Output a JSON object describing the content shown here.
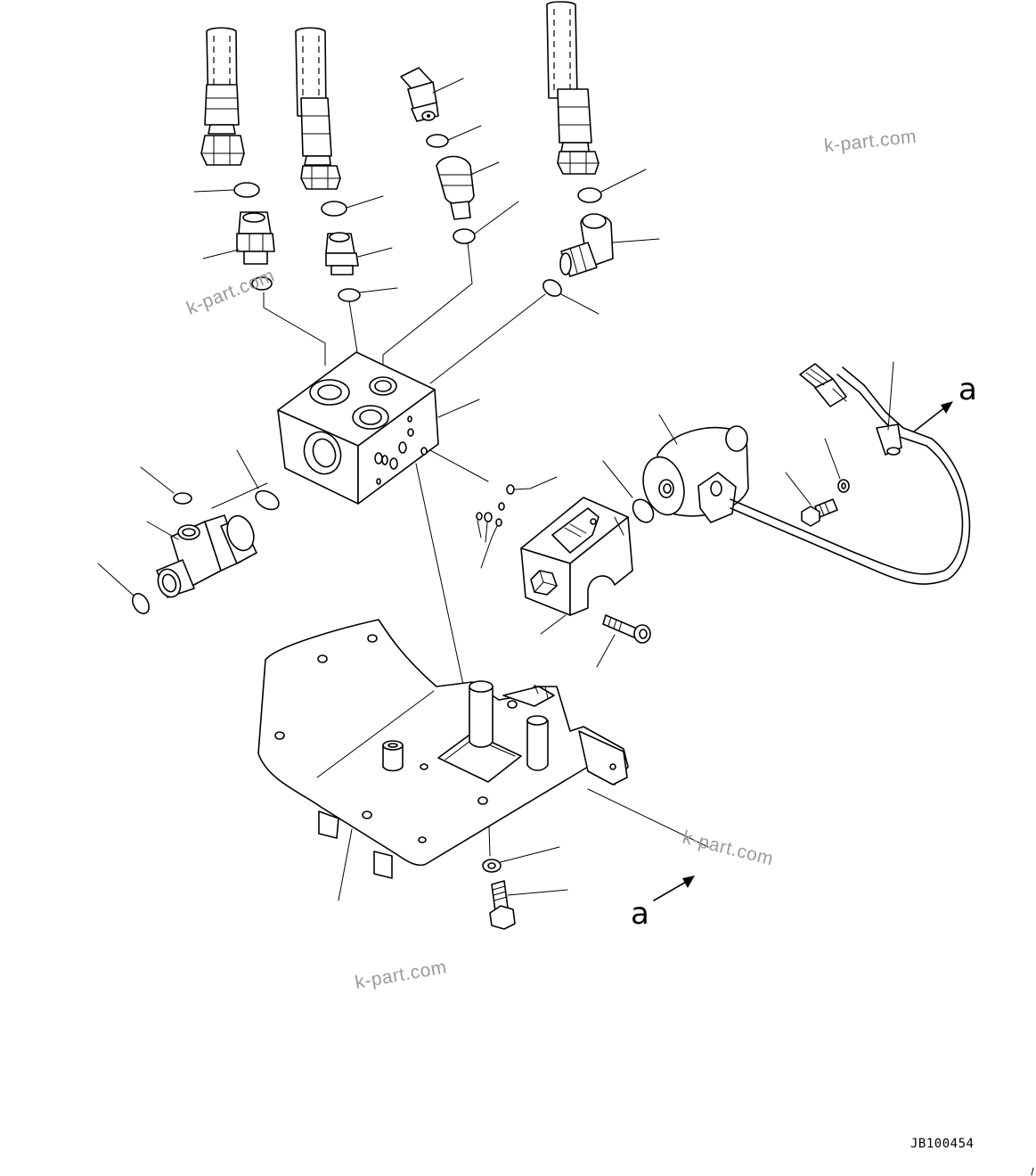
{
  "watermark": {
    "text_1": "k-part.com",
    "text_2": "k-part.com",
    "text_3": "k-part.com",
    "text_4": "k-part.com"
  },
  "view_marker": {
    "upper": "a",
    "lower": "a"
  },
  "drawing_code": "JB100454"
}
